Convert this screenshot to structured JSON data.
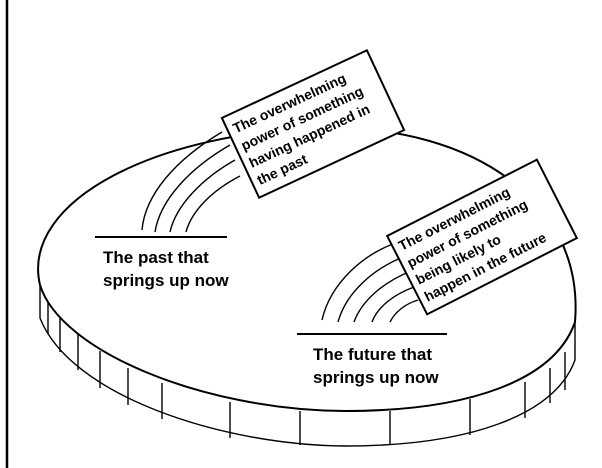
{
  "labels": {
    "past_line1": "The past that",
    "past_line2": "springs up now",
    "future_line1": "The future that",
    "future_line2": "springs up now"
  },
  "boxes": {
    "past_power": [
      "The overwhelming",
      "power of something",
      "having happened in",
      "the past"
    ],
    "future_power": [
      "The overwhelming",
      "power of something",
      "being likely to",
      "happen in the future"
    ]
  }
}
